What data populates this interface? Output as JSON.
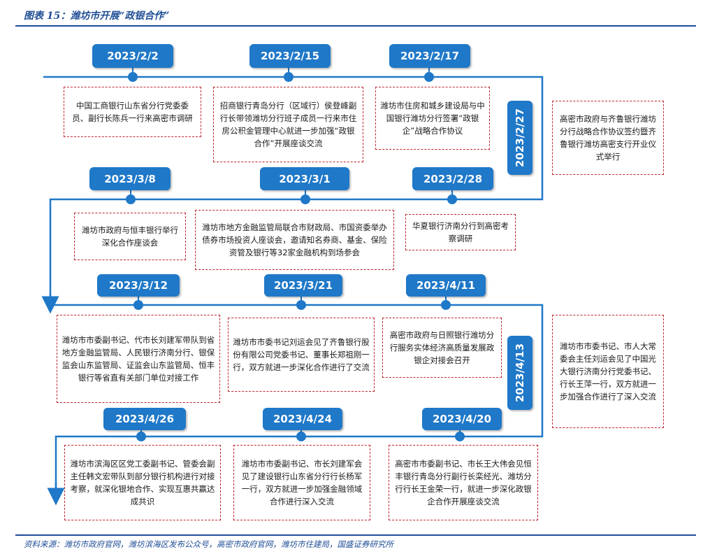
{
  "title": "图表 15：潍坊市开展“政银合作”",
  "source": "资料来源：潍坊市政府官网，潍坊滨海区发布公众号，高密市政府官网，潍坊市住建局，国盛证券研究所",
  "colors": {
    "accent": "#1f78c8",
    "line": "#1f78c8",
    "dash": "#c0262d",
    "title": "#1f4e96"
  },
  "events": [
    {
      "id": "e1",
      "date": "2023/2/2",
      "text": "中国工商银行山东省分行党委委员、副行长陈兵一行来高密市调研"
    },
    {
      "id": "e2",
      "date": "2023/2/15",
      "text": "招商银行青岛分行（区域行）侯登峰副行长带领潍坊分行班子成员一行来市住房公积金管理中心就进一步加强“政银合作”开展座谈交流"
    },
    {
      "id": "e3",
      "date": "2023/2/17",
      "text": "潍坊市住房和城乡建设局与中国银行潍坊分行签署“政银企”战略合作协议"
    },
    {
      "id": "e4",
      "date": "2023/2/27",
      "text": "高密市政府与齐鲁银行潍坊分行战略合作协议签约暨齐鲁银行潍坊高密支行开业仪式举行"
    },
    {
      "id": "e5",
      "date": "2023/3/8",
      "text": "潍坊市政府与恒丰银行举行深化合作座谈会"
    },
    {
      "id": "e6",
      "date": "2023/3/1",
      "text": "潍坊市地方金融监管局联合市财政局、市国资委举办债券市场投资人座谈会，邀请知名券商、基金、保险资管及银行等32家金融机构到场参会"
    },
    {
      "id": "e7",
      "date": "2023/2/28",
      "text": "华夏银行济南分行到高密考察调研"
    },
    {
      "id": "e8",
      "date": "2023/3/12",
      "text": "潍坊市市委副书记、代市长刘建军带队到省地方金融监管局、人民银行济南分行、银保监会山东监管局、证监会山东监管局、恒丰银行等省直有关部门单位对接工作"
    },
    {
      "id": "e9",
      "date": "2023/3/21",
      "text": "潍坊市市委书记刘运会见了齐鲁银行股份有限公司党委书记、董事长郑祖刚一行，双方就进一步深化合作进行了交流"
    },
    {
      "id": "e10",
      "date": "2023/4/11",
      "text": "高密市政府与日照银行潍坊分行服务实体经济高质量发展政银企对接会召开"
    },
    {
      "id": "e11",
      "date": "2023/4/13",
      "text": "潍坊市市委书记、市人大常委会主任刘运会见了中国光大银行济南分行党委书记、行长王萍一行，双方就进一步加强合作进行了深入交流"
    },
    {
      "id": "e12",
      "date": "2023/4/26",
      "text": "潍坊市滨海区区党工委副书记、管委会副主任韩文宏带队到部分银行机构进行对接考察，就深化银地合作、实现互惠共赢达成共识"
    },
    {
      "id": "e13",
      "date": "2023/4/24",
      "text": "潍坊市市委副书记、市长刘建军会见了建设银行山东省分行行长杨军一行，双方就进一步加强金融领域合作进行深入交流"
    },
    {
      "id": "e14",
      "date": "2023/4/20",
      "text": "高密市市委副书记、市长王大伟会见恒丰银行青岛分行副行长栾经光、潍坊分行行长王金荣一行，就进一步深化政银企合作开展座谈交流"
    }
  ]
}
